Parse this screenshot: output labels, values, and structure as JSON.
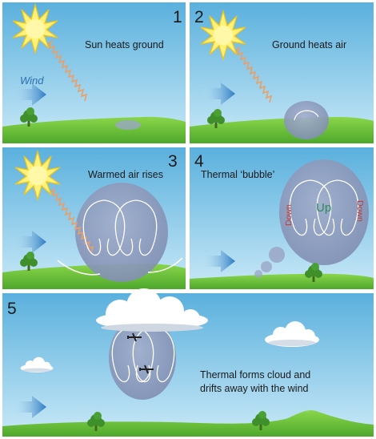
{
  "panels": [
    {
      "number": "1",
      "caption": "Sun heats ground",
      "wind_label": "Wind"
    },
    {
      "number": "2",
      "caption": "Ground heats air"
    },
    {
      "number": "3",
      "caption": "Warmed air rises"
    },
    {
      "number": "4",
      "caption": "Thermal ‘bubble’",
      "up_label": "Up",
      "down_left": "Down",
      "down_right": "Down"
    },
    {
      "number": "5",
      "caption_line1": "Thermal forms cloud and",
      "caption_line2": "drifts away with the wind"
    }
  ],
  "icons": [
    "sun-icon",
    "tree-icon",
    "wind-arrow-icon",
    "cloud-icon",
    "glider-icon"
  ],
  "colors": {
    "sky_top": "#5ab0dd",
    "sky_bottom": "#c6e8f6",
    "grass": "#6cc23a",
    "thermal": "#8e9cbf",
    "sun": "#fff27a",
    "arrow": "#2b79c2",
    "up_text": "#2e8b57",
    "down_text": "#c0392b"
  }
}
